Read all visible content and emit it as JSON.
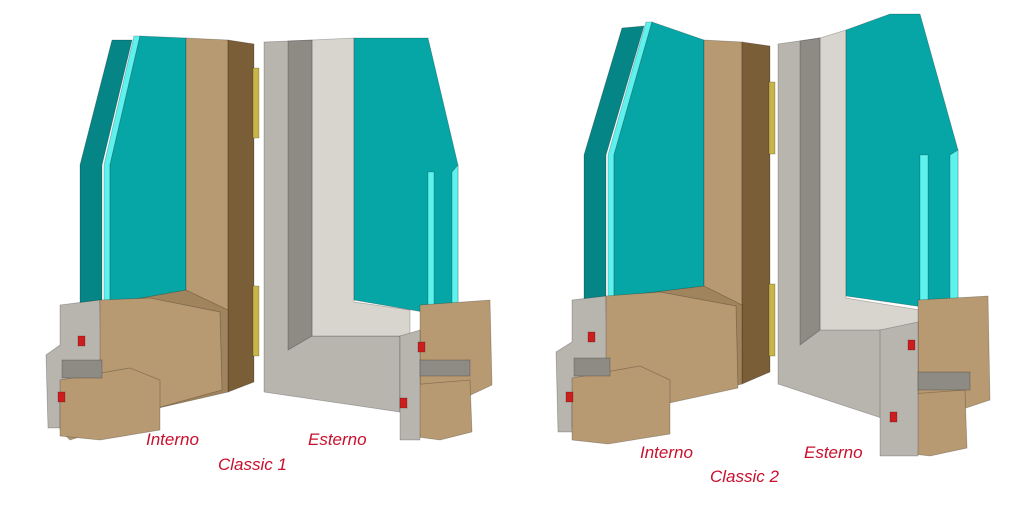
{
  "colors": {
    "glass": "#07A6A6",
    "glass_dark": "#058585",
    "glass_edge": "#5EF2EE",
    "wood": "#B79A72",
    "wood_dark": "#7A5E38",
    "wood_mid": "#A0845D",
    "alu": "#B8B4AE",
    "alu_light": "#D8D5CF",
    "alu_dark": "#8E8A84",
    "gasket_red": "#CC1E1E",
    "hinge": "#C9B44A",
    "label": "#C8102E"
  },
  "windows": [
    {
      "interior_label": "Interno",
      "model_label": "Classic 1",
      "exterior_label": "Esterno"
    },
    {
      "interior_label": "Interno",
      "model_label": "Classic 2",
      "exterior_label": "Esterno"
    }
  ]
}
